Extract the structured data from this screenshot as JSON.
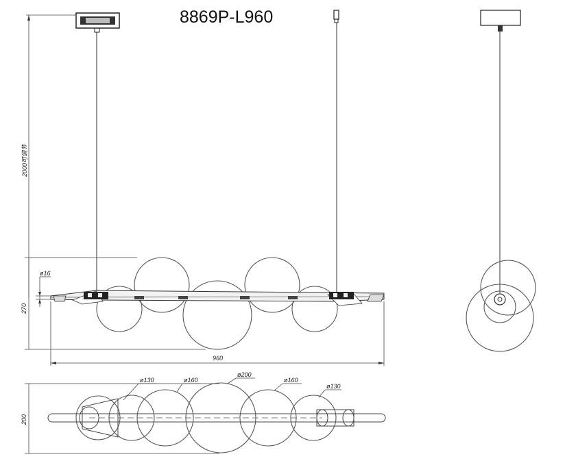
{
  "title": "8869P-L960",
  "dimensions": {
    "suspension_length": "2000可调节",
    "height": "270",
    "tube_diameter": "ø16",
    "width": "960",
    "depth": "200"
  },
  "globe_diameters": {
    "left_small": "ø130",
    "left_medium": "ø160",
    "center_large": "ø200",
    "right_medium": "ø160",
    "right_small": "ø130"
  }
}
